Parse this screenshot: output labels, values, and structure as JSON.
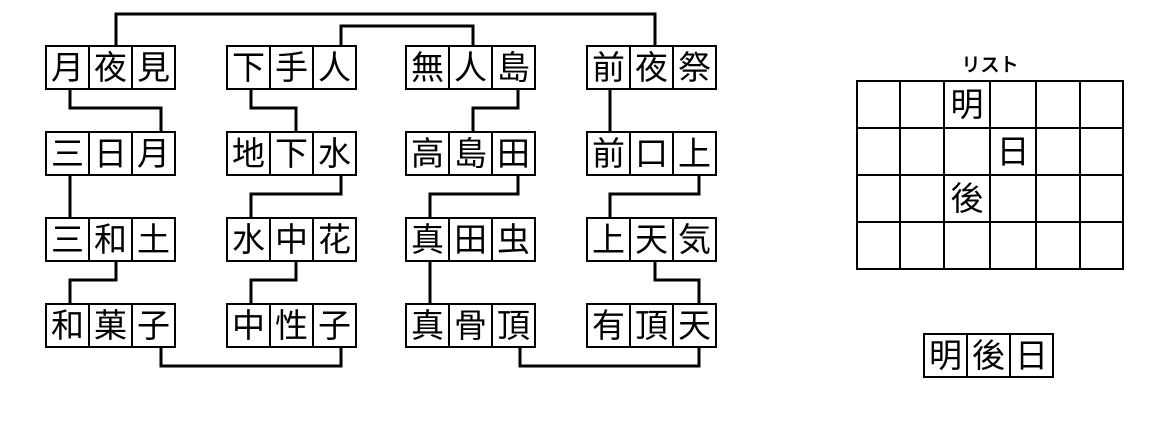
{
  "puzzle": {
    "title": "",
    "columns": [
      {
        "rows": [
          {
            "chars": [
              "月",
              "夜",
              "見"
            ]
          },
          {
            "chars": [
              "三",
              "日",
              "月"
            ]
          },
          {
            "chars": [
              "三",
              "和",
              "土"
            ]
          },
          {
            "chars": [
              "和",
              "菓",
              "子"
            ]
          }
        ]
      },
      {
        "rows": [
          {
            "chars": [
              "下",
              "手",
              "人"
            ]
          },
          {
            "chars": [
              "地",
              "下",
              "水"
            ]
          },
          {
            "chars": [
              "水",
              "中",
              "花"
            ]
          },
          {
            "chars": [
              "中",
              "性",
              "子"
            ]
          }
        ]
      },
      {
        "rows": [
          {
            "chars": [
              "無",
              "人",
              "島"
            ]
          },
          {
            "chars": [
              "高",
              "島",
              "田"
            ]
          },
          {
            "chars": [
              "真",
              "田",
              "虫"
            ]
          },
          {
            "chars": [
              "真",
              "骨",
              "頂"
            ]
          }
        ]
      },
      {
        "rows": [
          {
            "chars": [
              "前",
              "夜",
              "祭"
            ]
          },
          {
            "chars": [
              "前",
              "口",
              "上"
            ]
          },
          {
            "chars": [
              "上",
              "天",
              "気"
            ]
          },
          {
            "chars": [
              "有",
              "頂",
              "天"
            ]
          }
        ]
      }
    ]
  },
  "list": {
    "title": "リスト",
    "columns": 6,
    "rows": [
      [
        "",
        "",
        "明",
        "",
        "",
        ""
      ],
      [
        "",
        "",
        "",
        "日",
        "",
        ""
      ],
      [
        "",
        "",
        "後",
        "",
        "",
        ""
      ],
      [
        "",
        "",
        "",
        "",
        "",
        ""
      ]
    ]
  },
  "answer": {
    "chars": [
      "明",
      "後",
      "日"
    ]
  },
  "colors": {
    "line": "#000000",
    "background": "#ffffff",
    "text": "#000000"
  }
}
